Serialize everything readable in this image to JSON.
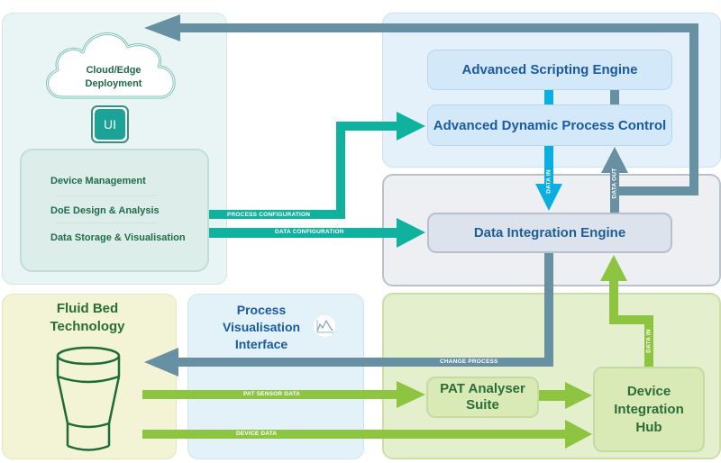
{
  "colors": {
    "teal_arrow": "#0fb29e",
    "slate_arrow": "#6790a3",
    "cyan_arrow": "#0aafe0",
    "green_arrow": "#8dc440",
    "dark_green_text": "#2b6d36",
    "blue_text": "#1b5aa0"
  },
  "left_panel": {
    "cloud": {
      "icon": "cloud-icon",
      "label_line1": "Cloud/Edge",
      "label_line2": "Deployment"
    },
    "ui_badge": {
      "label": "UI"
    },
    "modules": [
      {
        "label": "Device Management"
      },
      {
        "label": "DoE Design & Analysis"
      },
      {
        "label": "Data Storage & Visualisation"
      }
    ]
  },
  "top_right_panel": {
    "scripting_engine": "Advanced Scripting Engine",
    "process_control": "Advanced Dynamic Process Control"
  },
  "mid_right_panel": {
    "data_integration_engine": "Data Integration Engine"
  },
  "fluid_bed": {
    "title_line1": "Fluid Bed",
    "title_line2": "Technology",
    "icon": "fluid-bed-vessel-icon"
  },
  "process_visualisation": {
    "title_line1": "Process",
    "title_line2": "Visualisation",
    "title_line3": "Interface",
    "icon": "line-chart-icon"
  },
  "bottom_right_panel": {
    "pat_line1": "PAT Analyser",
    "pat_line2": "Suite",
    "hub_line1": "Device",
    "hub_line2": "Integration",
    "hub_line3": "Hub"
  },
  "arrows": {
    "process_configuration": "PROCESS CONFIGURATION",
    "data_configuration": "DATA CONFIGURATION",
    "data_in_top": "DATA IN",
    "data_out_top": "DATA OUT",
    "change_process": "CHANGE PROCESS",
    "pat_sensor_data": "PAT SENSOR DATA",
    "device_data": "DEVICE DATA",
    "data_in_bottom": "DATA IN"
  }
}
